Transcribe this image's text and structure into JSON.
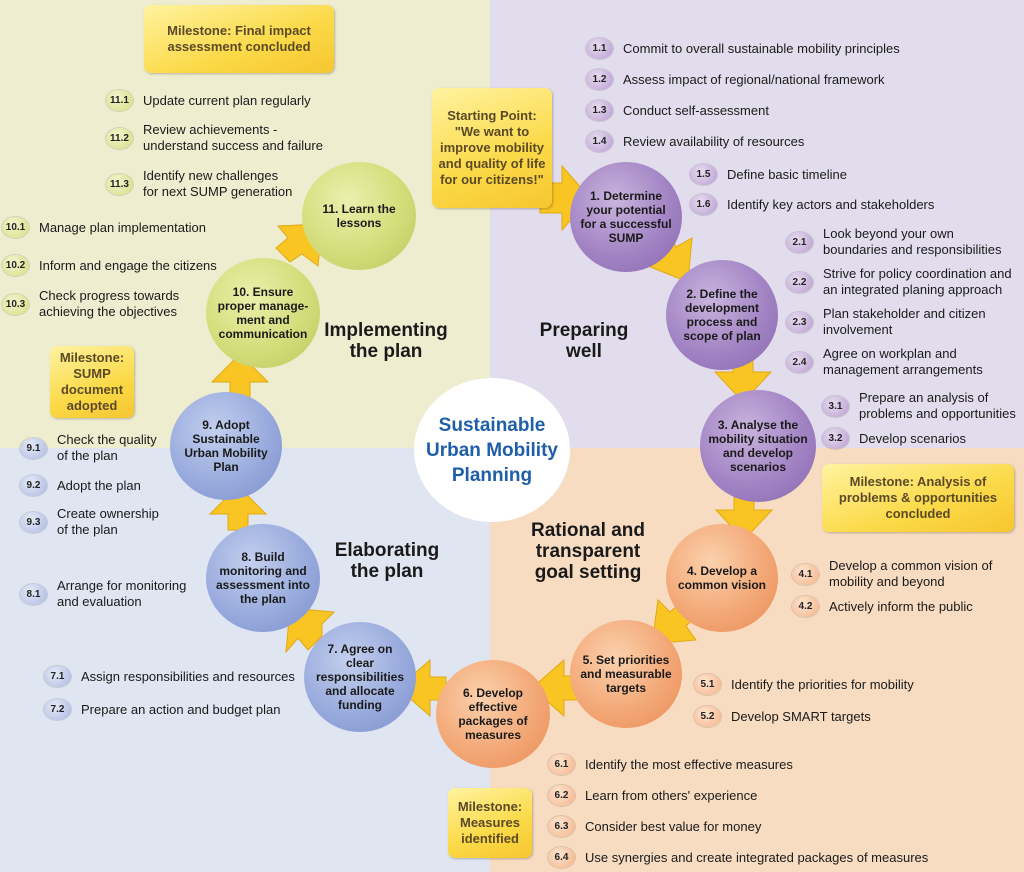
{
  "center_title": "Sustainable Urban Mobility Planning",
  "phases": {
    "implementing": "Implementing the plan",
    "preparing": "Preparing well",
    "elaborating": "Elaborating the plan",
    "goal_setting": "Rational and transparent goal setting"
  },
  "colors": {
    "implementing": "#d4dd7a",
    "preparing": "#a284c4",
    "elaborating": "#99abdd",
    "goal_setting": "#f3a877",
    "arrow": "#f9c523",
    "center_text": "#1f5ea8"
  },
  "circles": [
    {
      "num": "1",
      "text": "1. Determine your potential for a successful SUMP"
    },
    {
      "num": "2",
      "text": "2. Define the development process and scope of plan"
    },
    {
      "num": "3",
      "text": "3. Analyse the mobility situation and develop scenarios"
    },
    {
      "num": "4",
      "text": "4. Develop a common vision"
    },
    {
      "num": "5",
      "text": "5. Set priorities and measurable targets"
    },
    {
      "num": "6",
      "text": "6. Develop effective packages of measures"
    },
    {
      "num": "7",
      "text": "7. Agree on clear responsibilities and allocate funding"
    },
    {
      "num": "8",
      "text": "8. Build monitoring and assessment into the plan"
    },
    {
      "num": "9",
      "text": "9. Adopt Sustainable Urban Mobility Plan"
    },
    {
      "num": "10",
      "text": "10. Ensure proper manage-ment and communication"
    },
    {
      "num": "11",
      "text": "11. Learn the lessons"
    }
  ],
  "boxes": {
    "start": "Starting Point: \"We want to improve mobility and quality of life for our citizens!\"",
    "milestone_final": "Milestone: Final impact assessment concluded",
    "milestone_sump": "Milestone: SUMP document adopted",
    "milestone_analysis": "Milestone: Analysis of problems & opportunities concluded",
    "milestone_measures": "Milestone: Measures identified"
  },
  "steps": {
    "s1_1": {
      "num": "1.1",
      "text": "Commit to overall sustainable mobility principles"
    },
    "s1_2": {
      "num": "1.2",
      "text": "Assess impact of regional/national framework"
    },
    "s1_3": {
      "num": "1.3",
      "text": "Conduct self-assessment"
    },
    "s1_4": {
      "num": "1.4",
      "text": "Review availability of resources"
    },
    "s1_5": {
      "num": "1.5",
      "text": "Define basic timeline"
    },
    "s1_6": {
      "num": "1.6",
      "text": "Identify key actors and stakeholders"
    },
    "s2_1": {
      "num": "2.1",
      "text": "Look beyond your own\nboundaries and responsibilities"
    },
    "s2_2": {
      "num": "2.2",
      "text": "Strive for policy coordination and\nan integrated planing approach"
    },
    "s2_3": {
      "num": "2.3",
      "text": "Plan stakeholder and citizen\ninvolvement"
    },
    "s2_4": {
      "num": "2.4",
      "text": "Agree on workplan and\nmanagement arrangements"
    },
    "s3_1": {
      "num": "3.1",
      "text": "Prepare an analysis of\nproblems and opportunities"
    },
    "s3_2": {
      "num": "3.2",
      "text": "Develop scenarios"
    },
    "s4_1": {
      "num": "4.1",
      "text": "Develop a common vision of\nmobility and beyond"
    },
    "s4_2": {
      "num": "4.2",
      "text": "Actively inform the public"
    },
    "s5_1": {
      "num": "5.1",
      "text": "Identify the priorities for mobility"
    },
    "s5_2": {
      "num": "5.2",
      "text": "Develop SMART targets"
    },
    "s6_1": {
      "num": "6.1",
      "text": "Identify the most effective measures"
    },
    "s6_2": {
      "num": "6.2",
      "text": "Learn from others' experience"
    },
    "s6_3": {
      "num": "6.3",
      "text": "Consider best value for money"
    },
    "s6_4": {
      "num": "6.4",
      "text": "Use synergies and create integrated packages of measures"
    },
    "s7_1": {
      "num": "7.1",
      "text": "Assign responsibilities and resources"
    },
    "s7_2": {
      "num": "7.2",
      "text": "Prepare an action and budget plan"
    },
    "s8_1": {
      "num": "8.1",
      "text": "Arrange for monitoring\nand evaluation"
    },
    "s9_1": {
      "num": "9.1",
      "text": "Check the quality\nof the plan"
    },
    "s9_2": {
      "num": "9.2",
      "text": "Adopt the plan"
    },
    "s9_3": {
      "num": "9.3",
      "text": "Create ownership\nof the plan"
    },
    "s10_1": {
      "num": "10.1",
      "text": "Manage plan implementation"
    },
    "s10_2": {
      "num": "10.2",
      "text": "Inform and engage the citizens"
    },
    "s10_3": {
      "num": "10.3",
      "text": "Check progress towards\nachieving the objectives"
    },
    "s11_1": {
      "num": "11.1",
      "text": "Update current plan regularly"
    },
    "s11_2": {
      "num": "11.2",
      "text": "Review achievements -\nunderstand success and failure"
    },
    "s11_3": {
      "num": "11.3",
      "text": "Identify new challenges\nfor next SUMP generation"
    }
  }
}
